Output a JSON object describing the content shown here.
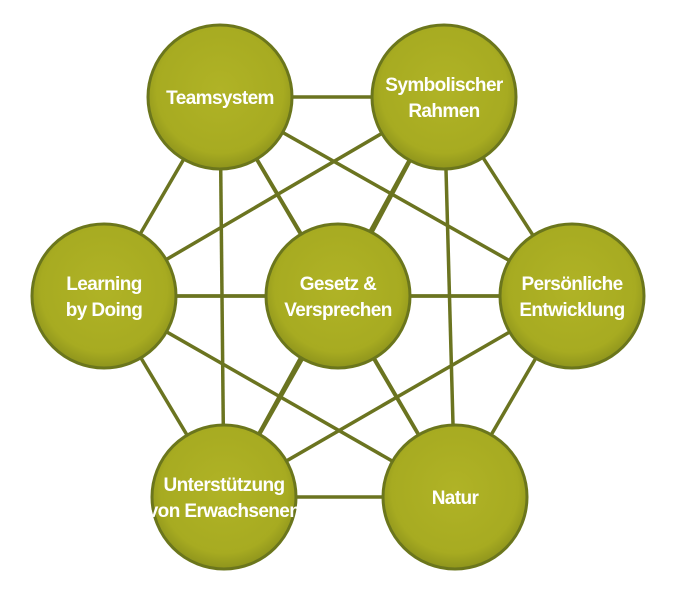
{
  "colors": {
    "fill": "#a9ad22",
    "fill_dark": "#8e941c",
    "stroke": "#6b761c",
    "edge": "#6b7420",
    "text": "#ffffff"
  },
  "nodes": [
    {
      "id": "teamsystem",
      "lines": [
        "Teamsystem"
      ]
    },
    {
      "id": "symbolischer-rahmen",
      "lines": [
        "Symbolischer",
        "Rahmen"
      ]
    },
    {
      "id": "learning-by-doing",
      "lines": [
        "Learning",
        "by Doing"
      ]
    },
    {
      "id": "gesetz-versprechen",
      "lines": [
        "Gesetz &",
        "Versprechen"
      ]
    },
    {
      "id": "persoenliche-entwicklung",
      "lines": [
        "Persönliche",
        "Entwicklung"
      ]
    },
    {
      "id": "unterstuetzung",
      "lines": [
        "Unterstützung",
        "von Erwachsenen"
      ]
    },
    {
      "id": "natur",
      "lines": [
        "Natur"
      ]
    }
  ],
  "edges": [
    [
      "teamsystem",
      "symbolischer-rahmen"
    ],
    [
      "teamsystem",
      "learning-by-doing"
    ],
    [
      "teamsystem",
      "gesetz-versprechen"
    ],
    [
      "teamsystem",
      "persoenliche-entwicklung"
    ],
    [
      "teamsystem",
      "unterstuetzung"
    ],
    [
      "teamsystem",
      "natur"
    ],
    [
      "symbolischer-rahmen",
      "learning-by-doing"
    ],
    [
      "symbolischer-rahmen",
      "gesetz-versprechen"
    ],
    [
      "symbolischer-rahmen",
      "persoenliche-entwicklung"
    ],
    [
      "symbolischer-rahmen",
      "unterstuetzung"
    ],
    [
      "symbolischer-rahmen",
      "natur"
    ],
    [
      "learning-by-doing",
      "gesetz-versprechen"
    ],
    [
      "learning-by-doing",
      "persoenliche-entwicklung"
    ],
    [
      "learning-by-doing",
      "unterstuetzung"
    ],
    [
      "learning-by-doing",
      "natur"
    ],
    [
      "gesetz-versprechen",
      "persoenliche-entwicklung"
    ],
    [
      "gesetz-versprechen",
      "unterstuetzung"
    ],
    [
      "gesetz-versprechen",
      "natur"
    ],
    [
      "persoenliche-entwicklung",
      "unterstuetzung"
    ],
    [
      "persoenliche-entwicklung",
      "natur"
    ],
    [
      "unterstuetzung",
      "natur"
    ]
  ]
}
